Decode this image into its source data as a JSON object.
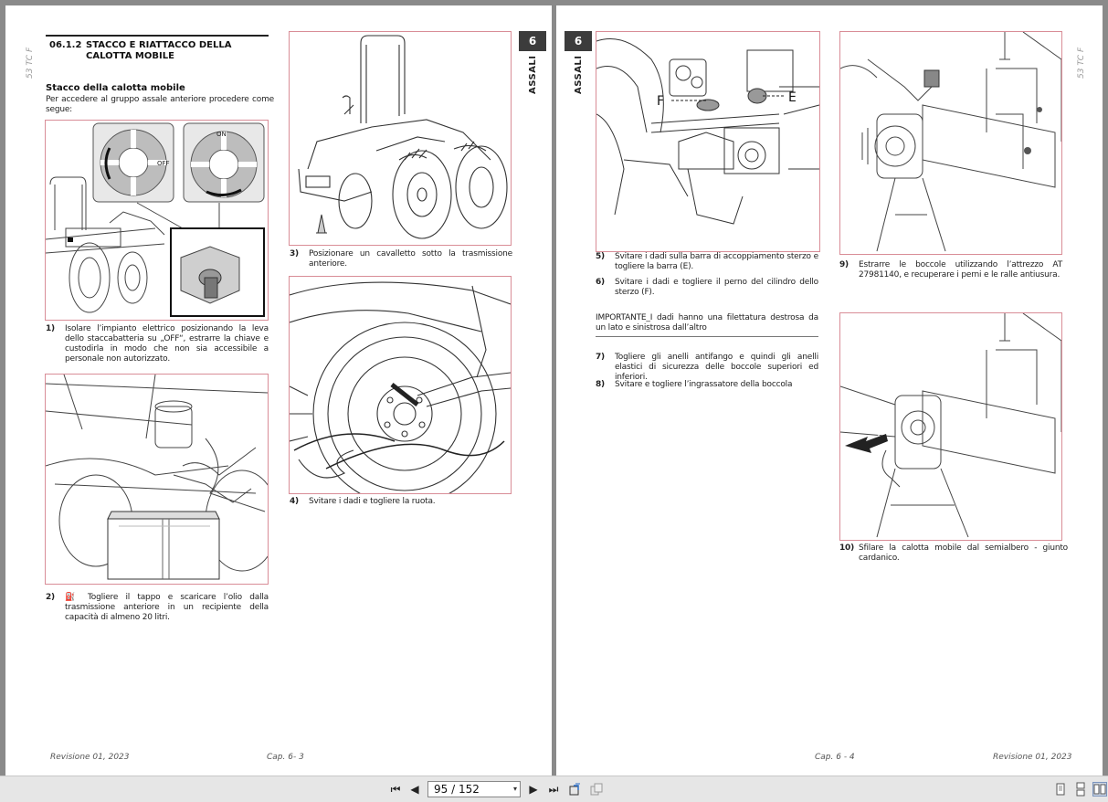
{
  "left_page": {
    "side_code": "53 TC F",
    "chapter_number": "6",
    "chapter_label": "ASSALI",
    "section": {
      "number": "06.1.2",
      "title": "STACCO E RIATTACCO DELLA CALOTTA MOBILE"
    },
    "subheading": "Stacco della calotta mobile",
    "intro": "Per accedere al gruppo assale anteriore procedere come segue:",
    "figure1_labels": {
      "off": "OFF",
      "on": "ON"
    },
    "steps": [
      {
        "n": "1)",
        "text": "Isolare l’impianto elettrico posizionando la leva dello staccabatteria su „OFF“, estrarre la chiave e custodirla in modo che non sia accessibile a personale non autorizzato."
      },
      {
        "n": "2)",
        "text": "Togliere il tappo e scaricare l’olio dalla trasmissione anteriore in un recipiente della capacità di almeno 20 litri."
      },
      {
        "n": "3)",
        "text": "Posizionare un cavalletto sotto la trasmissione anteriore."
      },
      {
        "n": "4)",
        "text": "Svitare i dadi e togliere la ruota."
      }
    ],
    "footer_left": "Revisione 01, 2023",
    "footer_center": "Cap. 6- 3"
  },
  "right_page": {
    "side_code": "53 TC F",
    "chapter_number": "6",
    "chapter_label": "ASSALI",
    "figure_labels": {
      "f": "F",
      "e": "E"
    },
    "steps_a": [
      {
        "n": "5)",
        "text": "Svitare i dadi sulla barra di accoppiamento sterzo e togliere la barra (E)."
      },
      {
        "n": "6)",
        "text": "Svitare i dadi e togliere il perno del cilindro dello sterzo (F)."
      }
    ],
    "important": "IMPORTANTE_I dadi hanno una filettatura destrosa da un lato e sinistrosa dall’altro",
    "steps_b": [
      {
        "n": "7)",
        "text": "Togliere gli anelli antifango e quindi gli anelli elastici di sicurezza delle boccole superiori ed inferiori."
      },
      {
        "n": "8)",
        "text": "Svitare e togliere l’ingrassatore della boccola"
      }
    ],
    "steps_c": [
      {
        "n": "9)",
        "text": "Estrarre le boccole utilizzando l’attrezzo AT 27981140, e recuperare i perni e le ralle antiusura."
      },
      {
        "n": "10)",
        "text": "Sfilare la calotta mobile dal semialbero - giunto cardanico."
      }
    ],
    "footer_center": "Cap. 6 - 4",
    "footer_right": "Revisione 01, 2023"
  },
  "toolbar": {
    "page_indicator": "95 / 152",
    "icons": [
      "first-page-icon",
      "previous-page-icon",
      "next-page-icon",
      "last-page-icon",
      "rotate-icon",
      "copy-icon",
      "single-page-view-icon",
      "continuous-view-icon",
      "two-page-view-icon"
    ],
    "glyphs": {
      "first": "⏮",
      "prev": "◀",
      "next": "▶",
      "last": "⏭",
      "caret": "▾"
    }
  },
  "colors": {
    "figure_border": "#d98d97",
    "background": "#8a8a8a",
    "tab": "#3c3c3c"
  }
}
